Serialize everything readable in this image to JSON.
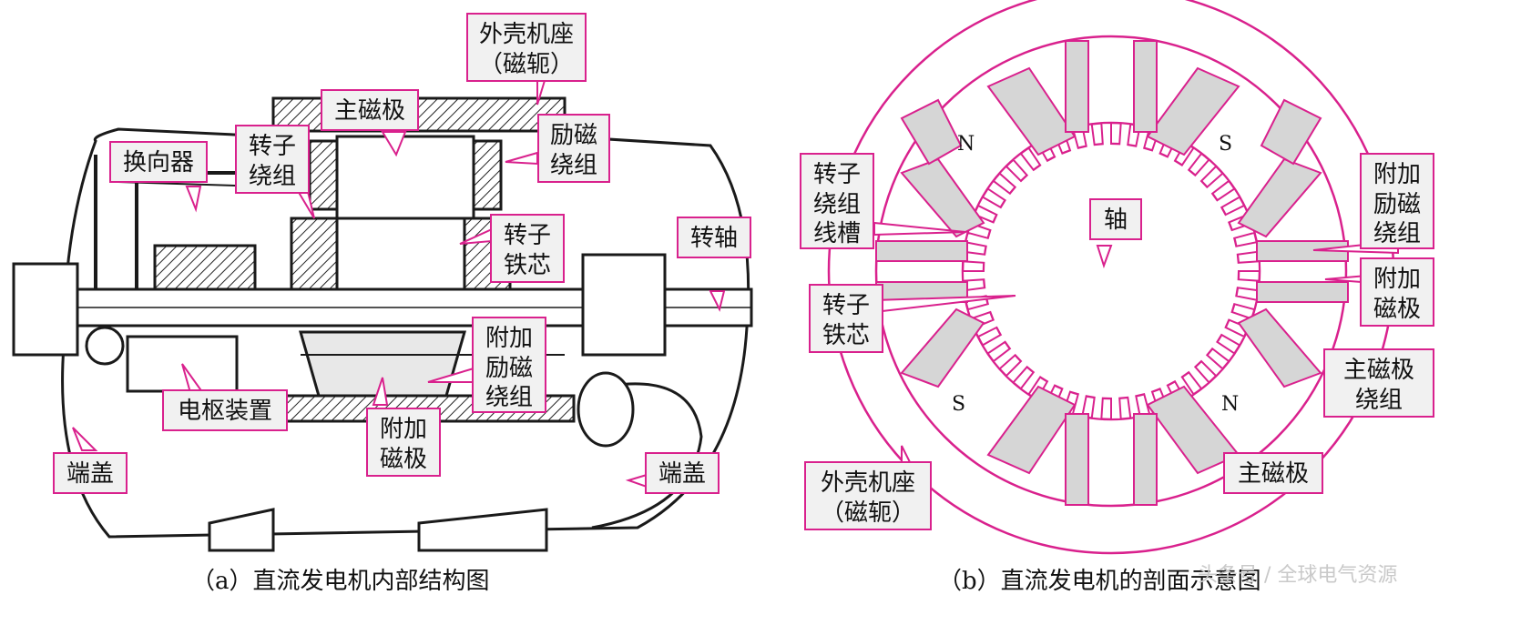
{
  "left_diagram": {
    "caption": "（a）直流发电机内部结构图",
    "labels": {
      "frame": "外壳机座\n（磁轭）",
      "main_pole": "主磁极",
      "excitation_winding": "励磁\n绕组",
      "commutator": "换向器",
      "rotor_winding": "转子\n绕组",
      "rotor_core": "转子\n铁芯",
      "shaft": "转轴",
      "aux_winding": "附加\n励磁\n绕组",
      "armature_device": "电枢装置",
      "aux_pole": "附加\n磁极",
      "end_cap_left": "端盖",
      "end_cap_right": "端盖"
    }
  },
  "right_diagram": {
    "caption": "（b）直流发电机的剖面示意图",
    "pole_letters": {
      "n_top": "N",
      "s_top": "S",
      "s_bottom": "S",
      "n_bottom": "N"
    },
    "labels": {
      "rotor_slot": "转子\n绕组\n线槽",
      "shaft": "轴",
      "aux_excitation": "附加\n励磁\n绕组",
      "aux_pole": "附加\n磁极",
      "rotor_core": "转子\n铁芯",
      "main_pole_winding": "主磁极\n绕组",
      "frame": "外壳机座\n（磁轭）",
      "main_pole": "主磁极"
    }
  },
  "watermark": "头条号 / 全球电气资源",
  "colors": {
    "accent": "#d9218d",
    "fill": "#d6d6d6",
    "label_bg": "#f1f1f1"
  }
}
